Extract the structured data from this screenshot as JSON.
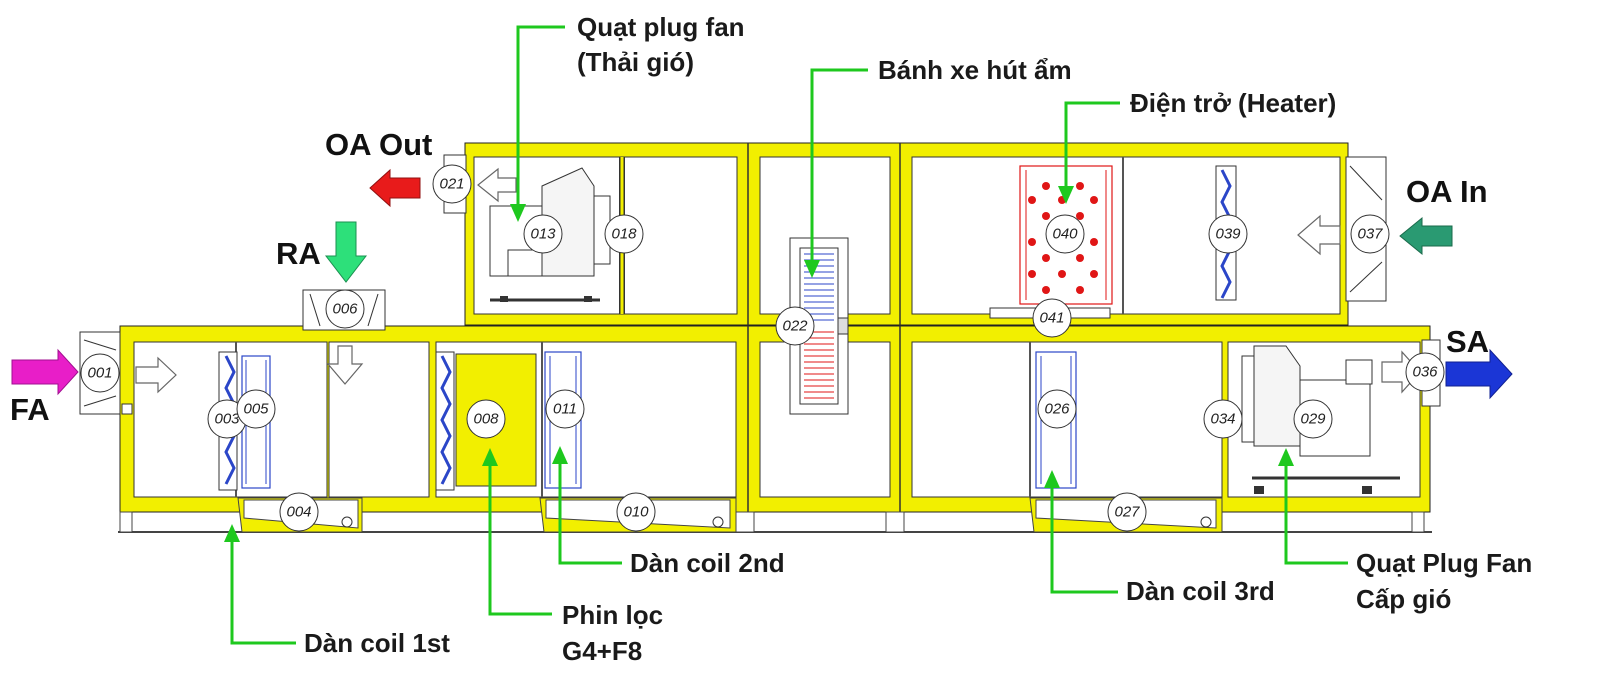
{
  "colors": {
    "frame": "#f2ef00",
    "leader": "#1ec81e",
    "fa_arrow": "#e81ec8",
    "oa_out_arrow": "#e81b1b",
    "ra_arrow": "#2de07a",
    "oa_in_arrow": "#2a9a72",
    "sa_arrow": "#1b36d6",
    "coil": "#2b46c8",
    "heater": "#e01616"
  },
  "flows": {
    "fa": "FA",
    "oa_out": "OA Out",
    "ra": "RA",
    "oa_in": "OA In",
    "sa": "SA"
  },
  "callouts": {
    "exhaust_fan": [
      "Quạt plug fan",
      "(Thải gió)"
    ],
    "wheel": [
      "Bánh xe hút ẩm"
    ],
    "heater": [
      "Điện trở (Heater)"
    ],
    "coil_1st": [
      "Dàn coil 1st"
    ],
    "coil_2nd": [
      "Dàn coil 2nd"
    ],
    "filter": [
      "Phin lọc",
      "G4+F8"
    ],
    "coil_3rd": [
      "Dàn coil 3rd"
    ],
    "supply_fan": [
      "Quạt Plug Fan",
      "Cấp gió"
    ]
  },
  "tags": {
    "t001": "001",
    "t003": "003",
    "t004": "004",
    "t005": "005",
    "t006": "006",
    "t008": "008",
    "t010": "010",
    "t011": "011",
    "t013": "013",
    "t018": "018",
    "t021": "021",
    "t022": "022",
    "t026": "026",
    "t027": "027",
    "t029": "029",
    "t034": "034",
    "t036": "036",
    "t037": "037",
    "t039": "039",
    "t040": "040",
    "t041": "041"
  }
}
